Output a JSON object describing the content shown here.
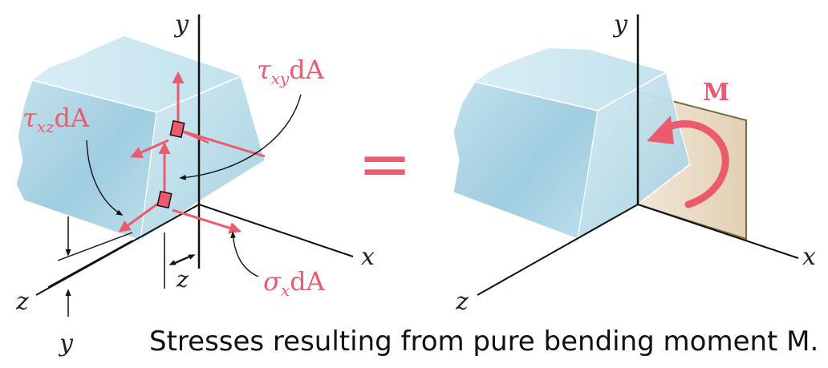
{
  "colors": {
    "stress": "#ec5a6e",
    "axis": "#111111",
    "block_front": "#a9d3e2",
    "block_top": "#cde6ef",
    "block_side": "#b9dce8",
    "plane_fill": "#eadcc6",
    "plane_edge": "#7a6a3a"
  },
  "left_figure": {
    "axis_y_top": "y",
    "axis_x": "x",
    "axis_z": "z",
    "axis_y_bottom": "y",
    "dimension_z": "z",
    "label_tau_xz": {
      "symbol": "τ",
      "sub": "xz",
      "suffix": "dA"
    },
    "label_tau_xy": {
      "symbol": "τ",
      "sub": "xy",
      "suffix": "dA"
    },
    "label_sigma_x": {
      "symbol": "σ",
      "sub": "x",
      "suffix": "dA"
    }
  },
  "equals_sign": "=",
  "right_figure": {
    "axis_y": "y",
    "axis_x": "x",
    "axis_z": "z",
    "moment_label": "M"
  },
  "caption": "Stresses resulting from pure bending moment M."
}
